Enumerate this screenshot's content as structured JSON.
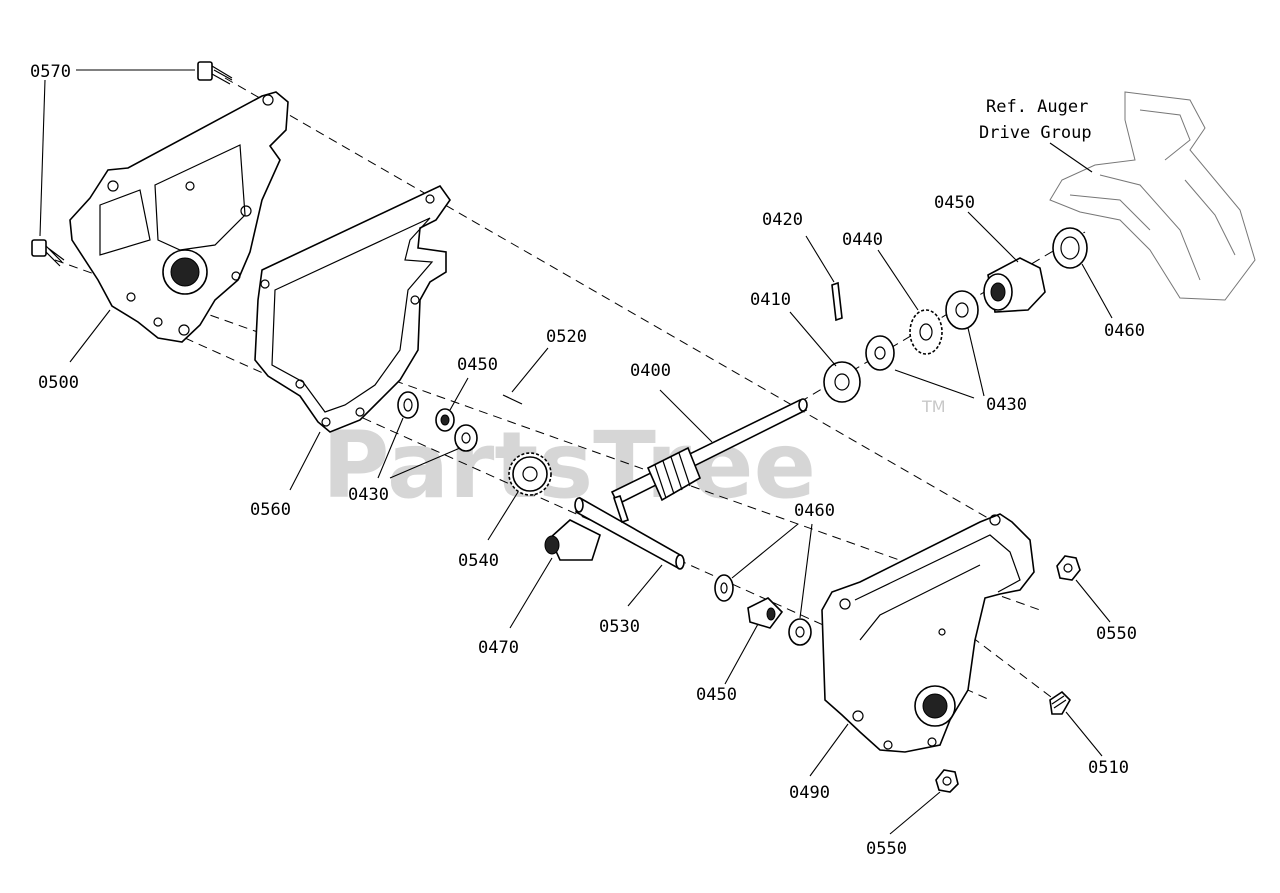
{
  "watermark": {
    "text": "PartsTree",
    "trademark": "TM"
  },
  "reference": {
    "line1": "Ref. Auger",
    "line2": "Drive Group"
  },
  "callouts": [
    {
      "id": "c-0570",
      "label": "0570"
    },
    {
      "id": "c-0500",
      "label": "0500"
    },
    {
      "id": "c-0560",
      "label": "0560"
    },
    {
      "id": "c-0450a",
      "label": "0450"
    },
    {
      "id": "c-0520",
      "label": "0520"
    },
    {
      "id": "c-0430a",
      "label": "0430"
    },
    {
      "id": "c-0540",
      "label": "0540"
    },
    {
      "id": "c-0470",
      "label": "0470"
    },
    {
      "id": "c-0530",
      "label": "0530"
    },
    {
      "id": "c-0400",
      "label": "0400"
    },
    {
      "id": "c-0420",
      "label": "0420"
    },
    {
      "id": "c-0410",
      "label": "0410"
    },
    {
      "id": "c-0440",
      "label": "0440"
    },
    {
      "id": "c-0450b",
      "label": "0450"
    },
    {
      "id": "c-0430b",
      "label": "0430"
    },
    {
      "id": "c-0460a",
      "label": "0460"
    },
    {
      "id": "c-0460b",
      "label": "0460"
    },
    {
      "id": "c-0450c",
      "label": "0450"
    },
    {
      "id": "c-0490",
      "label": "0490"
    },
    {
      "id": "c-0550a",
      "label": "0550"
    },
    {
      "id": "c-0510",
      "label": "0510"
    },
    {
      "id": "c-0550b",
      "label": "0550"
    }
  ]
}
